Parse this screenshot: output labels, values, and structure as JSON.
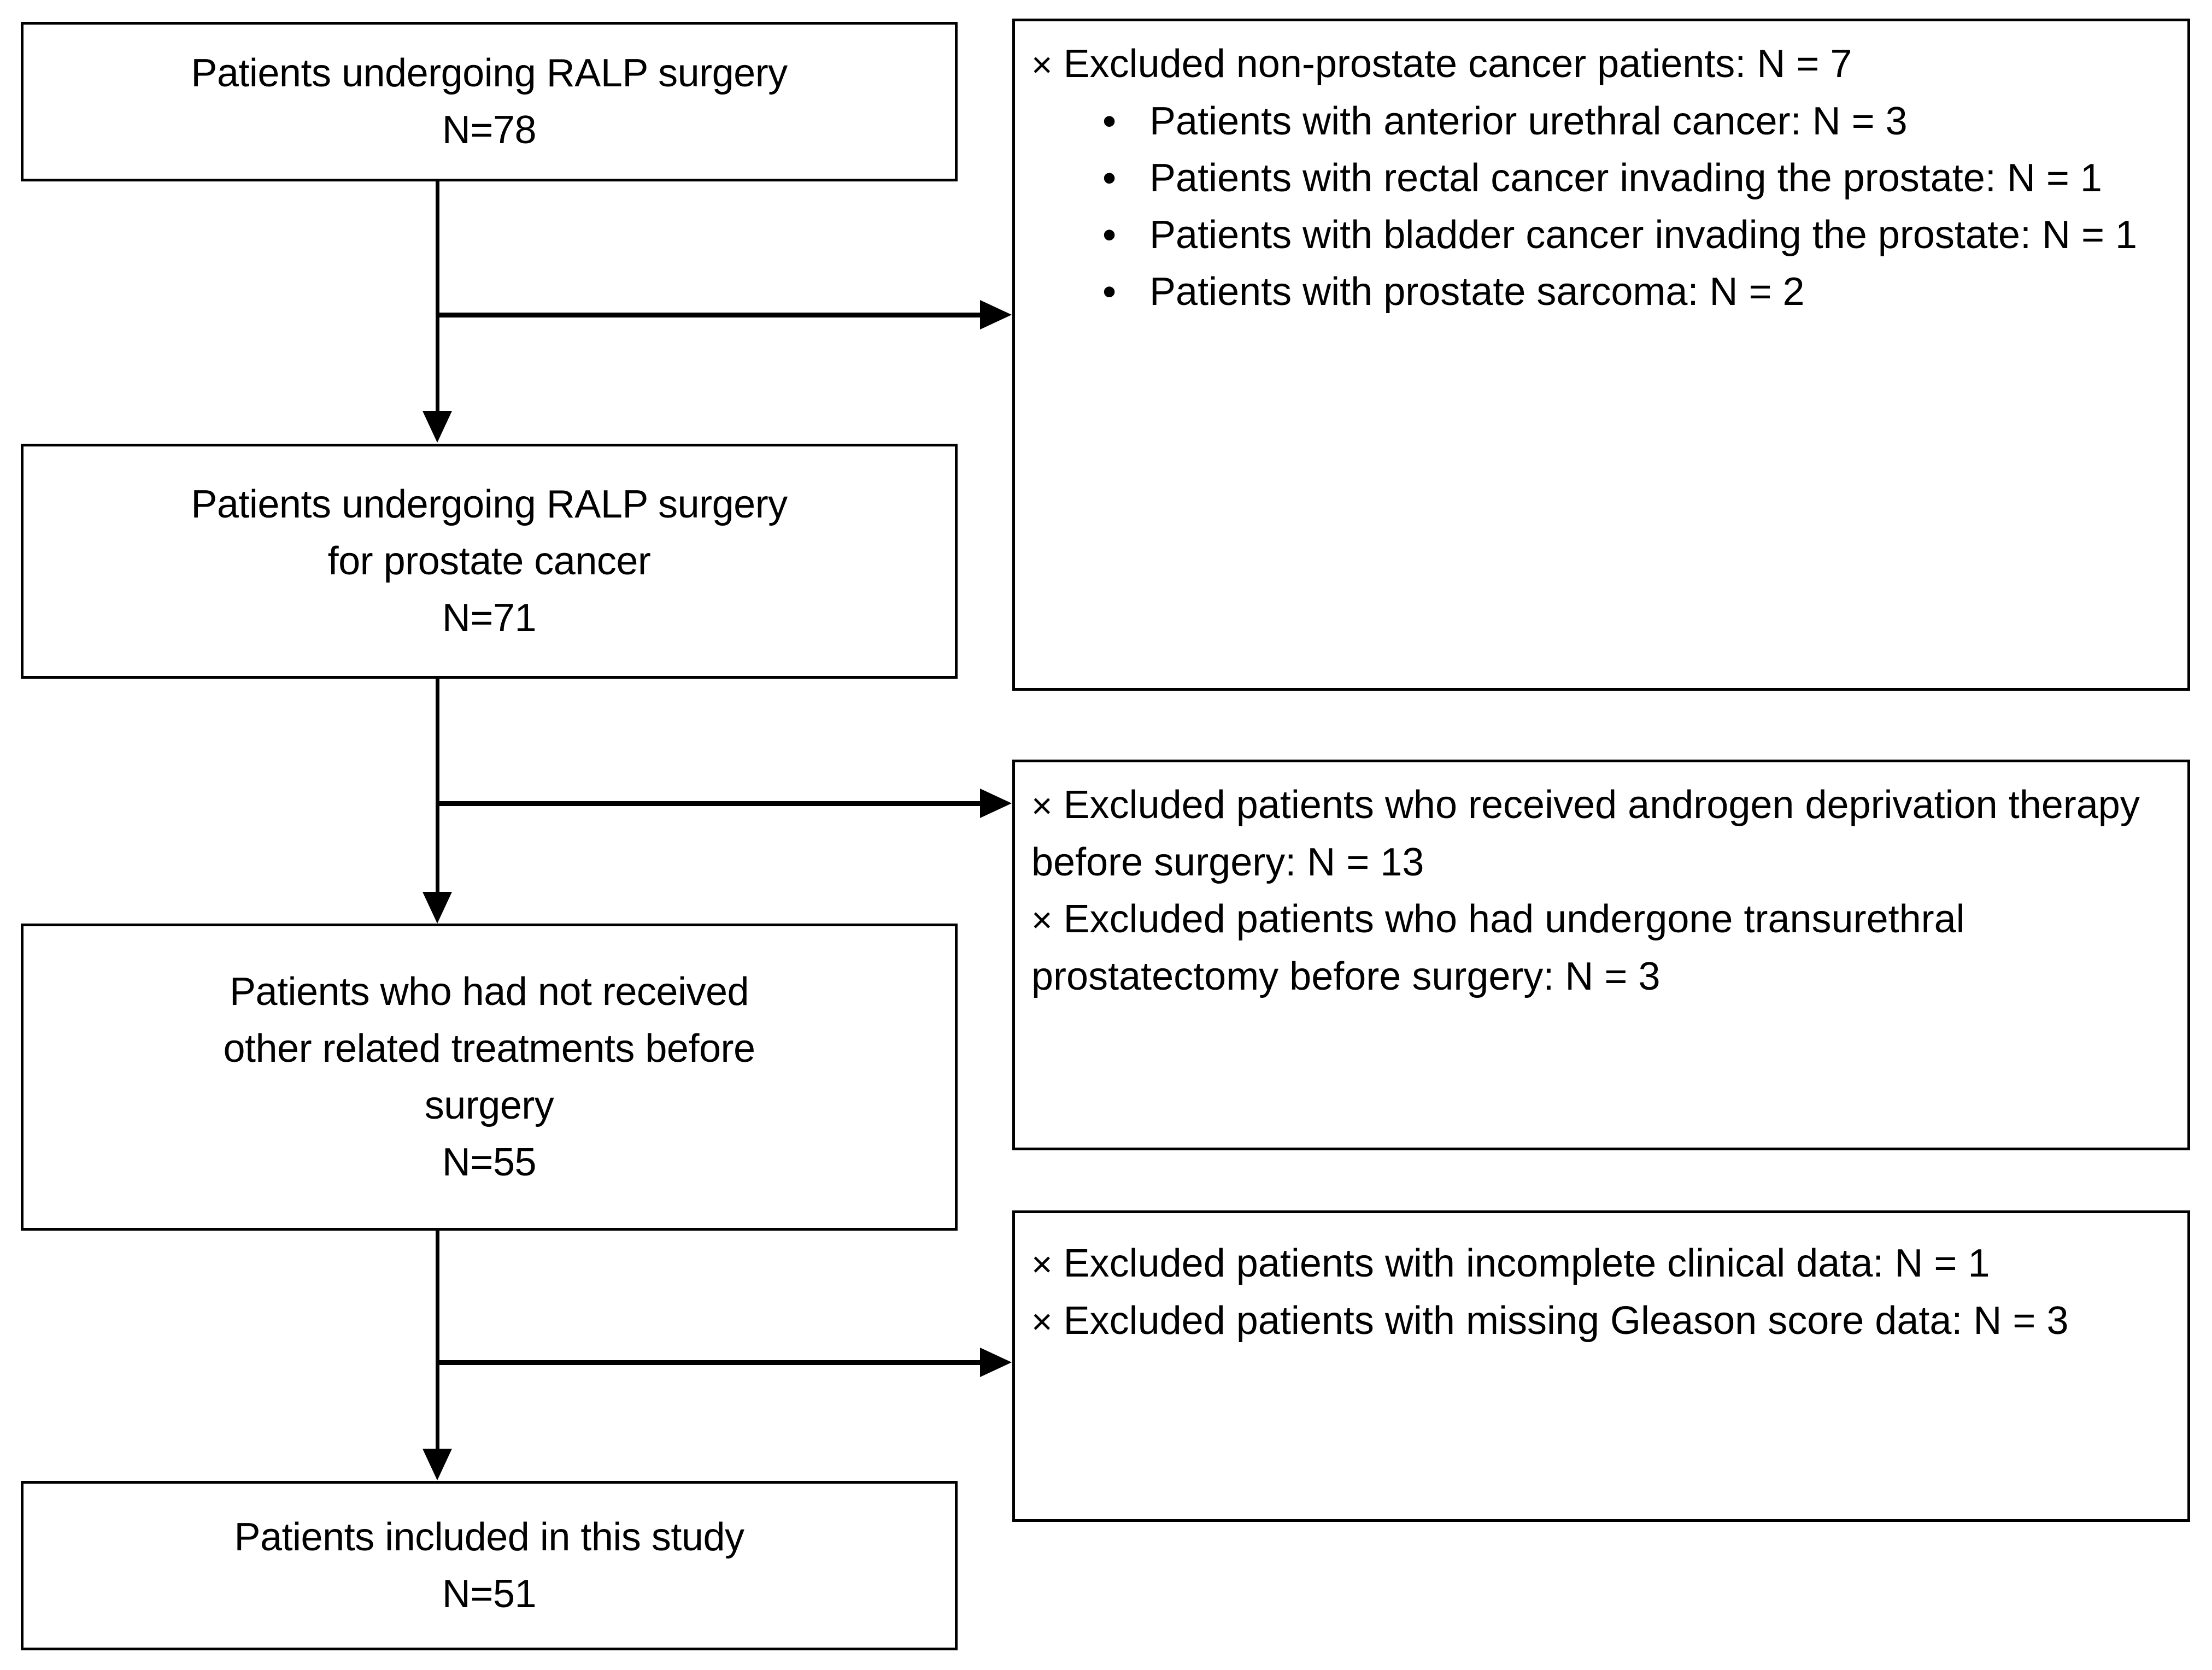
{
  "diagram": {
    "type": "study-flow-diagram",
    "flow_boxes": [
      {
        "id": "enrolled",
        "lines": [
          "Patients undergoing RALP surgery",
          "N=78"
        ]
      },
      {
        "id": "prostate-cancer",
        "lines": [
          "Patients undergoing RALP surgery",
          "for prostate cancer",
          "N=71"
        ]
      },
      {
        "id": "no-prior-treatment",
        "lines": [
          "Patients who had not received",
          "other related treatments before",
          "surgery",
          "N=55"
        ]
      },
      {
        "id": "included",
        "lines": [
          "Patients included in this study",
          "N=51"
        ]
      }
    ],
    "exclusion_boxes": [
      {
        "id": "non-prostate-cancer",
        "marker": "×",
        "heading": "Excluded non-prostate cancer patients: N = 7",
        "bullet_marker": "•",
        "bullets": [
          "Patients with anterior urethral cancer: N = 3",
          "Patients with rectal cancer invading the prostate: N = 1",
          "Patients with bladder cancer invading the prostate: N = 1",
          "Patients with prostate sarcoma: N = 2"
        ]
      },
      {
        "id": "prior-treatment",
        "marker": "×",
        "items": [
          "Excluded patients who received androgen deprivation therapy before surgery: N = 13",
          "Excluded patients who had undergone transurethral prostatectomy before surgery: N = 3"
        ]
      },
      {
        "id": "incomplete-data",
        "marker": "×",
        "items": [
          "Excluded patients with incomplete clinical data: N = 1",
          "Excluded patients with missing Gleason score data: N = 3"
        ]
      }
    ],
    "colors": {
      "stroke": "#000000",
      "fill": "#ffffff",
      "text": "#000000"
    }
  }
}
